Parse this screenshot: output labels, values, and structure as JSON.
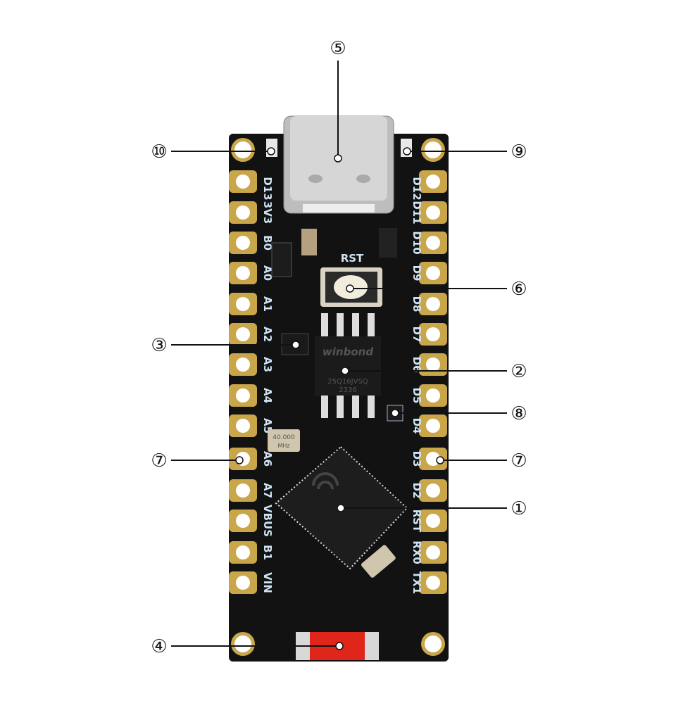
{
  "board": {
    "left_pins": [
      "D13",
      "3V3",
      "B0",
      "A0",
      "A1",
      "A2",
      "A3",
      "A4",
      "A5",
      "A6",
      "A7",
      "VBUS",
      "B1",
      "VIN"
    ],
    "right_pins": [
      "D12",
      "D11",
      "D10",
      "D9",
      "D8",
      "D7",
      "D6",
      "D5",
      "D4",
      "D3",
      "D2",
      "RST",
      "RX0",
      "TX1"
    ],
    "reset_label": "RST",
    "flash_brand": "winbond",
    "flash_part": "25Q16JVSQ",
    "flash_code": "2336",
    "crystal_label": "40.000",
    "crystal_unit": "MHz",
    "colors": {
      "pcb": "#111111",
      "pad": "#c9a64a",
      "silk": "#cfe3f3",
      "connector": "#c8c8c8",
      "led_red": "#e0251b"
    }
  },
  "callouts": [
    {
      "id": "1",
      "glyph": "①",
      "target": "main-chip"
    },
    {
      "id": "2",
      "glyph": "②",
      "target": "flash-chip"
    },
    {
      "id": "3",
      "glyph": "③",
      "target": "small-ic"
    },
    {
      "id": "4",
      "glyph": "④",
      "target": "rgb-led"
    },
    {
      "id": "5",
      "glyph": "⑤",
      "target": "usb-c-connector"
    },
    {
      "id": "6",
      "glyph": "⑥",
      "target": "reset-button"
    },
    {
      "id": "7",
      "glyph": "⑦",
      "target": "gpio-pins"
    },
    {
      "id": "8",
      "glyph": "⑧",
      "target": "small-component"
    },
    {
      "id": "9",
      "glyph": "⑨",
      "target": "led-right"
    },
    {
      "id": "10",
      "glyph": "⑩",
      "target": "led-left"
    }
  ]
}
